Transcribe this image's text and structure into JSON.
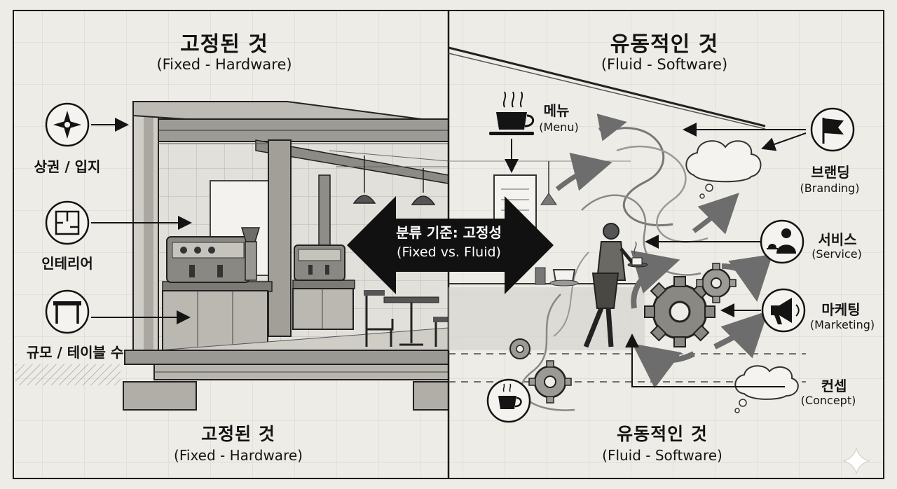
{
  "left": {
    "header": {
      "title_ko": "고정된 것",
      "title_en": "(Fixed - Hardware)"
    },
    "footer": {
      "title_ko": "고정된 것",
      "title_en": "(Fixed - Hardware)"
    },
    "items": [
      {
        "label": "상권 / 입지",
        "icon": "compass-icon"
      },
      {
        "label": "인테리어",
        "icon": "floor-plan-icon"
      },
      {
        "label": "규모 / 테이블 수",
        "icon": "table-icon"
      }
    ]
  },
  "right": {
    "header": {
      "title_ko": "유동적인 것",
      "title_en": "(Fluid - Software)"
    },
    "footer": {
      "title_ko": "유동적인 것",
      "title_en": "(Fluid - Software)"
    },
    "items": [
      {
        "label_ko": "메뉴",
        "label_en": "(Menu)",
        "icon": "coffee-cup-icon"
      },
      {
        "label_ko": "브랜딩",
        "label_en": "(Branding)",
        "icon": "flag-icon"
      },
      {
        "label_ko": "서비스",
        "label_en": "(Service)",
        "icon": "waiter-icon"
      },
      {
        "label_ko": "마케팅",
        "label_en": "(Marketing)",
        "icon": "megaphone-icon"
      },
      {
        "label_ko": "컨셉",
        "label_en": "(Concept)",
        "icon": "thought-cloud-icon"
      }
    ]
  },
  "center": {
    "line1": "분류 기준: 고정성",
    "line2": "(Fixed vs. Fluid)"
  },
  "colors": {
    "paper": "#eeece6",
    "ink": "#141414",
    "grid": "#d7d4cc",
    "shade": "#9a9a9a"
  }
}
